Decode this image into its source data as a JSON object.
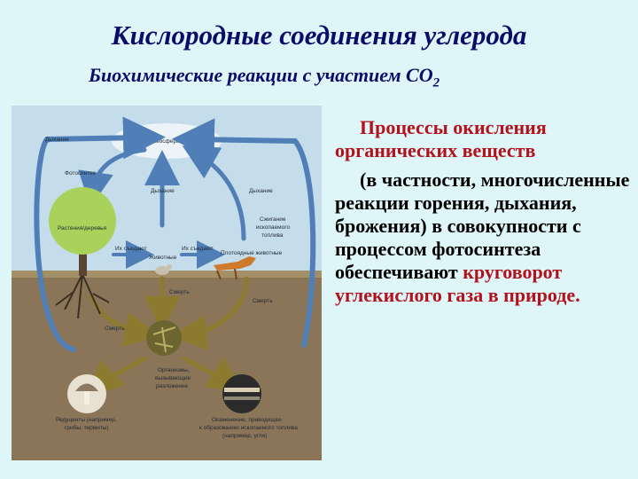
{
  "header": {
    "title": "Кислородные соединения углерода",
    "subtitle": "Биохимические реакции с участием СО",
    "subtitle_sub": "2"
  },
  "diagram": {
    "labels": {
      "atmosphere": "Атмосфера",
      "respiration_left": "Дыхание",
      "photosynthesis": "Фотосинтез",
      "respiration_center": "Дыхание",
      "respiration_right": "Дыхание",
      "fuel_burning_1": "Сжигание",
      "fuel_burning_2": "ископаемого",
      "fuel_burning_3": "топлива",
      "plants": "Растения/деревья",
      "eaten_1": "Их съедают",
      "animals": "Животные",
      "eaten_2": "Их съедают",
      "carnivores": "Плотоядные животные",
      "death_center": "Смерть",
      "death_right": "Смерть",
      "death_left": "Смерть",
      "decay_1": "Организмы,",
      "decay_2": "вызывающие",
      "decay_3": "разложение",
      "reducers_1": "Редуценты (например,",
      "reducers_2": "грибы, термиты)",
      "fossil_1": "Окаменение, приводящее",
      "fossil_2": "к образованию ископаемого топлива",
      "fossil_3": "(например, угля)"
    },
    "colors": {
      "sky": "#c5dcea",
      "soil": "#8b7559",
      "arrow_blue": "#4f7fb6",
      "arrow_olive": "#8c7a2e"
    }
  },
  "text": {
    "heading_1": "Процессы окисления",
    "heading_2": "органических веществ",
    "body": "(в частности, многочисленные реакции горения, дыхания, брожения) в совокупности с процессом фотосинтеза обеспечивают",
    "highlight": "круговорот углекислого газа в природе."
  }
}
